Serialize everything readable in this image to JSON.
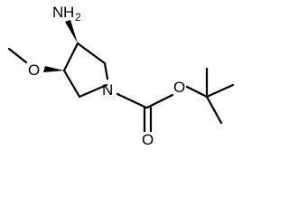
{
  "structure": {
    "atoms": {
      "amine": {
        "element": "N",
        "hydrogens": "2"
      },
      "ether_oxygen": {
        "element": "O"
      },
      "ring_nitrogen": {
        "element": "N"
      },
      "carbonyl_oxygen": {
        "element": "O"
      },
      "ester_oxygen": {
        "element": "O"
      }
    },
    "stereo_bonds": [
      "wedge-to-amine",
      "wedge-to-methoxy"
    ]
  },
  "colors": {
    "bond": "#000000",
    "background": "#ffffff"
  }
}
